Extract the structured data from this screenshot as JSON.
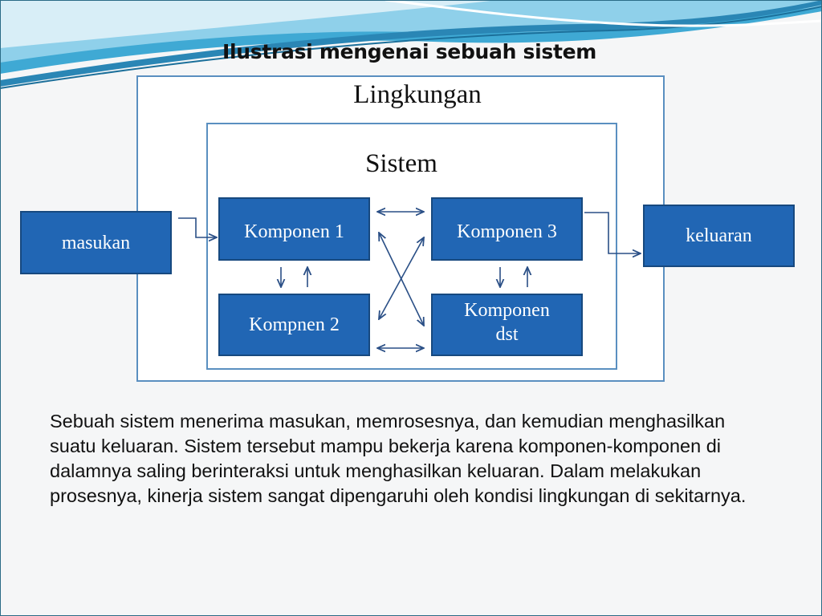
{
  "title": "Ilustrasi mengenai sebuah sistem",
  "diagram": {
    "environment_label": "Lingkungan",
    "system_label": "Sistem",
    "input": "masukan",
    "output": "keluaran",
    "components": {
      "c1": "Komponen  1",
      "c2": "Kompnen  2",
      "c3": "Komponen  3",
      "c4_line1": "Komponen",
      "c4_line2": "dst"
    }
  },
  "description": "Sebuah sistem menerima masukan, memrosesnya, dan kemudian menghasilkan suatu keluaran. Sistem tersebut mampu bekerja karena komponen-komponen di dalamnya saling berinteraksi untuk menghasilkan keluaran. Dalam melakukan prosesnya, kinerja sistem sangat dipengaruhi oleh kondisi lingkungan di sekitarnya.",
  "colors": {
    "node_fill": "#2166b4",
    "frame_border": "#5a8fc0",
    "wave_primary": "#4fb3d9"
  }
}
